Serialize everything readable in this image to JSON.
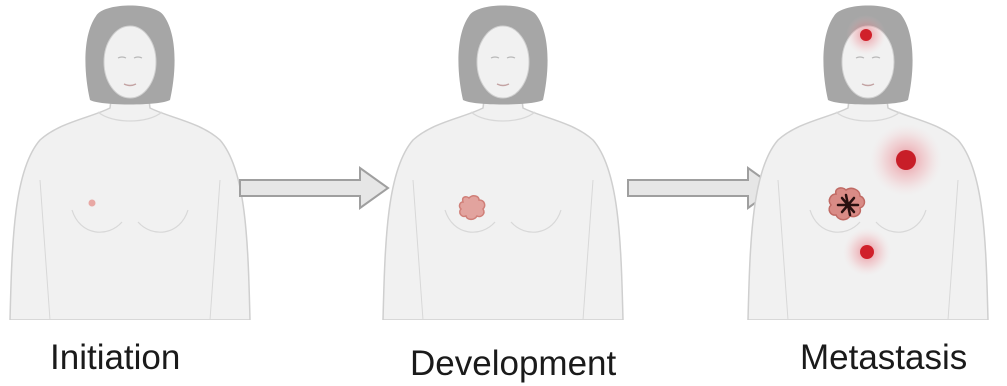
{
  "stages": [
    {
      "label": "Initiation"
    },
    {
      "label": "Development"
    },
    {
      "label": "Metastasis"
    }
  ],
  "colors": {
    "skin": "#f1f1f1",
    "outline": "#cfcfcf",
    "hair": "#a6a6a6",
    "arrow_fill": "#e6e6e6",
    "arrow_stroke": "#9f9f9f",
    "tumor_early": "#e8a8a4",
    "tumor_dev": "#d98b86",
    "metastasis_red": "#d0202a",
    "caption_text": "#1a1a1a"
  },
  "icons": [
    "torso-figure",
    "right-arrow",
    "tumor-dot",
    "metastasis-glow"
  ]
}
